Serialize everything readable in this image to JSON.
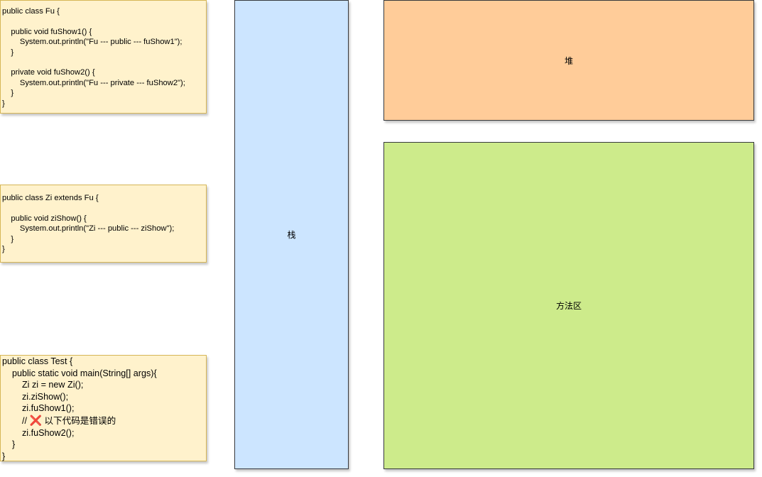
{
  "code_boxes": {
    "fu": {
      "lines": [
        "public class Fu {",
        "",
        "    public void fuShow1() {",
        "        System.out.println(\"Fu --- public --- fuShow1\");",
        "    }",
        "",
        "    private void fuShow2() {",
        "        System.out.println(\"Fu --- private --- fuShow2\");",
        "    }",
        "}"
      ]
    },
    "zi": {
      "lines": [
        "public class Zi extends Fu {",
        "",
        "    public void ziShow() {",
        "        System.out.println(\"Zi --- public --- ziShow\");",
        "    }",
        "}"
      ]
    },
    "test": {
      "lines_before": [
        "public class Test {",
        "    public static void main(String[] args){",
        "        Zi zi = new Zi();",
        "        zi.ziShow();",
        "        zi.fuShow1();"
      ],
      "comment_prefix": "        // ",
      "cross_mark": "❌",
      "comment_text": " 以下代码是错误的",
      "lines_after": [
        "        zi.fuShow2();",
        "    }",
        "}"
      ]
    }
  },
  "regions": {
    "stack": "栈",
    "heap": "堆",
    "method_area": "方法区"
  },
  "colors": {
    "code_fill": "#fff2cc",
    "code_border": "#d6b656",
    "stack_fill": "#cce5ff",
    "heap_fill": "#ffcc99",
    "method_area_fill": "#cdeb8b",
    "region_border": "#36393d"
  }
}
